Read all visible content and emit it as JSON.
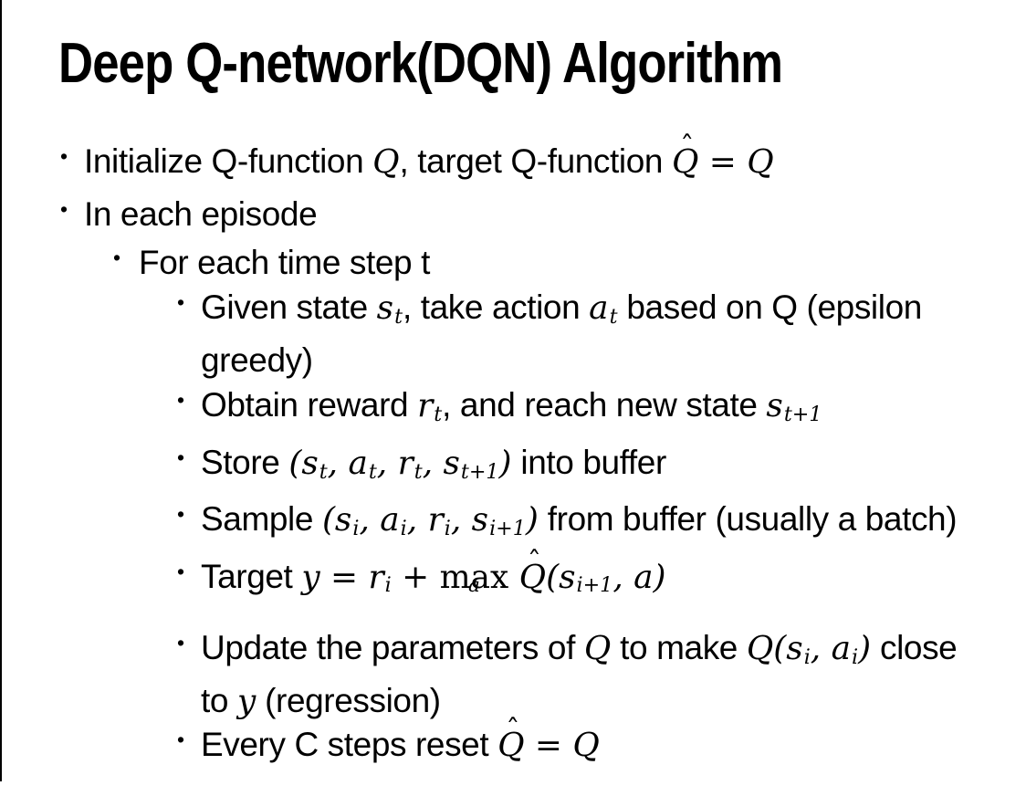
{
  "slide": {
    "title": "Deep Q-network(DQN) Algorithm",
    "bullet_glyph": "•",
    "text_color": "#000000",
    "background_color": "#ffffff",
    "edge_line_color": "#000000",
    "bullets": [
      {
        "level": 1,
        "runs": [
          {
            "t": "Initialize Q-function "
          },
          {
            "m": "Q"
          },
          {
            "t": ", target Q-function "
          },
          {
            "h": "Q"
          },
          {
            "m": " = Q"
          }
        ]
      },
      {
        "level": 1,
        "runs": [
          {
            "t": "In each episode"
          }
        ]
      },
      {
        "level": 2,
        "runs": [
          {
            "t": "For each time step t"
          }
        ]
      },
      {
        "level": 3,
        "runs": [
          {
            "t": "Given state "
          },
          {
            "m": "s"
          },
          {
            "sub": "t"
          },
          {
            "t": ", take action "
          },
          {
            "m": "a"
          },
          {
            "sub": "t"
          },
          {
            "t": " based on Q (epsilon"
          },
          {
            "br": true
          },
          {
            "t": "greedy)"
          }
        ]
      },
      {
        "level": 3,
        "runs": [
          {
            "t": "Obtain reward "
          },
          {
            "m": "r"
          },
          {
            "sub": "t"
          },
          {
            "t": ", and reach new state "
          },
          {
            "m": "s"
          },
          {
            "sub": "t+1"
          }
        ]
      },
      {
        "level": 3,
        "runs": [
          {
            "t": "Store "
          },
          {
            "m": "(s"
          },
          {
            "sub": "t"
          },
          {
            "m": ", a"
          },
          {
            "sub": "t"
          },
          {
            "m": ", r"
          },
          {
            "sub": "t"
          },
          {
            "m": ", s"
          },
          {
            "sub": "t+1"
          },
          {
            "m": ")"
          },
          {
            "t": " into buffer"
          }
        ]
      },
      {
        "level": 3,
        "runs": [
          {
            "t": "Sample "
          },
          {
            "m": "(s"
          },
          {
            "sub": "i"
          },
          {
            "m": ", a"
          },
          {
            "sub": "i"
          },
          {
            "m": ", r"
          },
          {
            "sub": "i"
          },
          {
            "m": ", s"
          },
          {
            "sub": "i+1"
          },
          {
            "m": ")"
          },
          {
            "t": " from buffer (usually a batch)"
          }
        ]
      },
      {
        "level": 3,
        "runs": [
          {
            "t": "Target "
          },
          {
            "m": "y = r"
          },
          {
            "sub": "i"
          },
          {
            "m": " + "
          },
          {
            "under": "max",
            "u": "a"
          },
          {
            "m": " "
          },
          {
            "h": "Q"
          },
          {
            "m": "(s"
          },
          {
            "sub": "i+1"
          },
          {
            "m": ", a)"
          }
        ]
      },
      {
        "level": 3,
        "runs": [
          {
            "t": "Update the parameters of "
          },
          {
            "m": "Q"
          },
          {
            "t": " to make "
          },
          {
            "m": "Q(s"
          },
          {
            "sub": "i"
          },
          {
            "m": ", a"
          },
          {
            "sub": "i"
          },
          {
            "m": ")"
          },
          {
            "t": " close"
          },
          {
            "br": true
          },
          {
            "t": "to "
          },
          {
            "m": "y"
          },
          {
            "t": " (regression)"
          }
        ]
      },
      {
        "level": 3,
        "runs": [
          {
            "t": "Every C steps reset "
          },
          {
            "h": "Q"
          },
          {
            "m": " = Q"
          }
        ]
      }
    ]
  }
}
